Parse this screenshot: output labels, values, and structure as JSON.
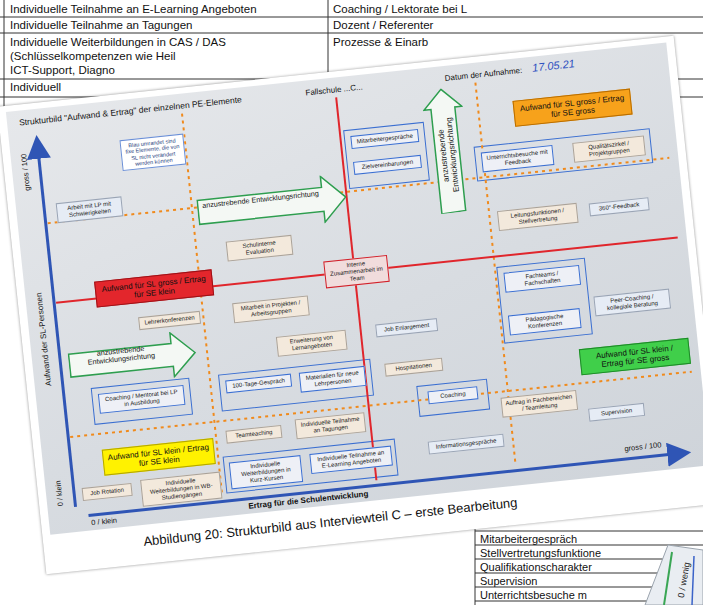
{
  "diagram": {
    "title": "Strukturbild \"Aufwand & Ertrag\" der einzelnen PE-Elemente",
    "caption": "Abbildung 20: Strukturbild aus Interviewteil C – erste Bearbeitung",
    "nodes": [
      {
        "text": [
          "Blau umrandet sind fixe Elemente, die von SL nicht verändert werden können"
        ]
      },
      {
        "text": [
          "anzustrebende Entwicklungsrichtung"
        ]
      },
      {
        "text": [
          "Aufwand für SL gross / Ertrag für SE gross"
        ]
      },
      {
        "text": [
          "Mitarbeitergespräche"
        ]
      },
      {
        "text": [
          "Zielvereinbarungen"
        ]
      },
      {
        "text": [
          "Unterrichtsbesuche mit Feedback"
        ]
      },
      {
        "text": [
          "Qualitätszirkel / Projektgruppen"
        ]
      },
      {
        "text": [
          "Arbeit mit LP mit Schwierigkeiten"
        ]
      },
      {
        "text": [
          "anzustrebende Entwicklungsrichtung"
        ]
      },
      {
        "text": [
          "Schulinterne Evaluation"
        ]
      },
      {
        "text": [
          "Leitungsfunktionen / Stellvertretung"
        ]
      },
      {
        "text": [
          "360°-Feedback"
        ]
      },
      {
        "text": [
          "Aufwand für SL gross / Ertrag für SE klein"
        ]
      },
      {
        "text": [
          "Interne Zusammenarbeit im Team"
        ]
      },
      {
        "text": [
          "Fachteams / Fachschaften"
        ]
      },
      {
        "text": [
          "Lehrerkonferenzen"
        ]
      },
      {
        "text": [
          "Mitarbeit in Projekten / Arbeitsgruppen"
        ]
      },
      {
        "text": [
          "Job Enlargement"
        ]
      },
      {
        "text": [
          "anzustrebende Entwicklungsrichtung"
        ]
      },
      {
        "text": [
          "Erweiterung von Lernangeboten"
        ]
      },
      {
        "text": [
          "Pädagogische Konferenzen"
        ]
      },
      {
        "text": [
          "Peer-Coaching / kollegiale Beratung"
        ]
      },
      {
        "text": [
          "Coaching / Mentorat bei LP in Ausbildung"
        ]
      },
      {
        "text": [
          "100-Tage-Gespräch"
        ]
      },
      {
        "text": [
          "Materialien für neue Lehrpersonen"
        ]
      },
      {
        "text": [
          "Hospitationen"
        ]
      },
      {
        "text": [
          "Aufwand für SL klein / Ertrag für SE gross"
        ]
      },
      {
        "text": [
          "Auftrag in Fachbereichen / Teamleitung"
        ]
      },
      {
        "text": [
          "Coaching"
        ]
      },
      {
        "text": [
          "Teamteaching"
        ]
      },
      {
        "text": [
          "Individuelle Teilnahme an Tagungen"
        ]
      },
      {
        "text": [
          "Aufwand für SL klein / Ertrag für SE klein"
        ]
      },
      {
        "text": [
          "Supervision"
        ]
      },
      {
        "text": [
          "Informationsgespräche"
        ]
      },
      {
        "text": [
          "Job Rotation"
        ]
      },
      {
        "text": [
          "Individuelle Weiterbildungen in WB-Studiengängen"
        ]
      },
      {
        "text": [
          "Individuelle Weiterbildungen in Kurz-Kursen"
        ]
      },
      {
        "text": [
          "Individuelle Teilnahme an E-Learning Angeboten"
        ]
      }
    ],
    "labels": [
      "Individuelle Teilnahme an E-Learning Angeboten",
      "Coaching / Lektorate bei L",
      "Individuelle Teilnahme an Tagungen",
      "Dozent / Referenter",
      "Individuelle Weiterbildungen in CAS / DAS",
      "Prozesse & Einarb",
      "(Schlüsselkompetenzen wie Heil",
      "ICT-Support, Diagno",
      "Individuell",
      "Mitarbeitergespräch",
      "Stellvertretungsfunktione",
      "Qualifikationscharakter",
      "Supervision",
      "Unterrichtsbesuche m",
      "0 / wenig",
      "Fallschule ...C...",
      "Datum der Aufnahme:",
      "17.05.21",
      "gross / 100",
      "Aufwand der SL-Personen",
      "0 / klein",
      "0 / klein",
      "Ertrag für die Schulentwicklung",
      "gross / 100"
    ]
  }
}
